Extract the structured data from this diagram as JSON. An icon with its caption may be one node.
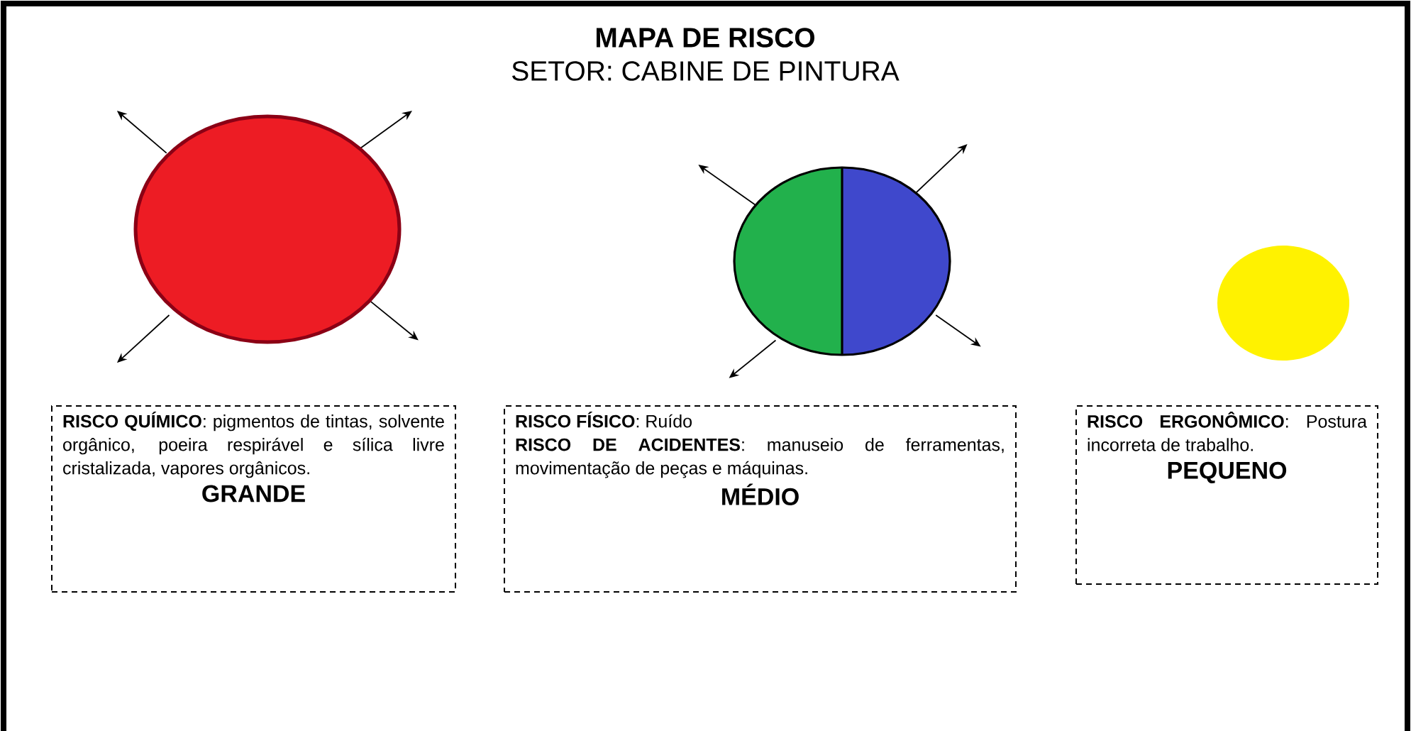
{
  "diagram": {
    "title": "MAPA DE RISCO",
    "nodes": [
      {
        "text": [],
        "shape": "circle"
      },
      {
        "text": [],
        "shape": "circle"
      },
      {
        "text": [],
        "shape": "circle"
      },
      {
        "text": [
          "**RISCO QUÍMICO**: pigmentos de tintas, solvente orgânico, poeira respirável e sílica livre cristalizada, vapores orgânicos.",
          "GRANDE"
        ]
      },
      {
        "text": [
          "**RISCO FÍSICO**: Ruído",
          "**RISCO DE ACIDENTES**: manuseio de ferramentas, movimentação de peças e máquinas.",
          "MÉDIO"
        ]
      },
      {
        "text": [
          "**RISCO ERGONÔMICO**: Postura incorreta de trabalho.",
          "PEQUENO"
        ]
      }
    ],
    "labels": [
      "SETOR: CABINE DE PINTURA"
    ]
  }
}
